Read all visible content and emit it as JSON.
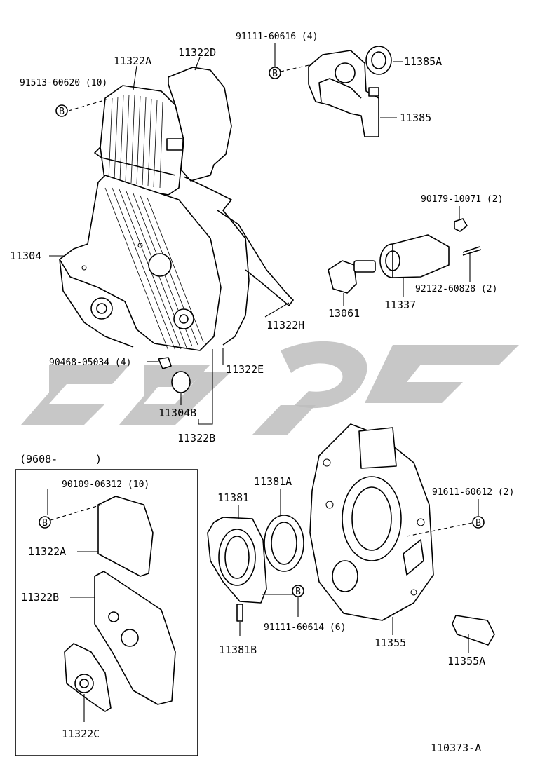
{
  "diagram_ref": "110373-A",
  "inset": {
    "date_code": "(9608-",
    "date_close": ")"
  },
  "bolt_marker": "B",
  "labels": {
    "l_11322A": "11322A",
    "l_11322D": "11322D",
    "l_91111_60616": "91111-60616 (4)",
    "l_11385A": "11385A",
    "l_11385": "11385",
    "l_91513_60620": "91513-60620 (10)",
    "l_11304": "11304",
    "l_90179_10071": "90179-10071 (2)",
    "l_92122_60828": "92122-60828 (2)",
    "l_13061": "13061",
    "l_11337": "11337",
    "l_11322H": "11322H",
    "l_90468_05034": "90468-05034 (4)",
    "l_11322E": "11322E",
    "l_11304B": "11304B",
    "l_11322B": "11322B",
    "l_11381A": "11381A",
    "l_11381": "11381",
    "l_91611_60612": "91611-60612 (2)",
    "l_91111_60614": "91111-60614 (6)",
    "l_11381B": "11381B",
    "l_11355": "11355",
    "l_11355A": "11355A",
    "i_90109_06312": "90109-06312 (10)",
    "i_11322A": "11322A",
    "i_11322B": "11322B",
    "i_11322C": "11322C"
  }
}
